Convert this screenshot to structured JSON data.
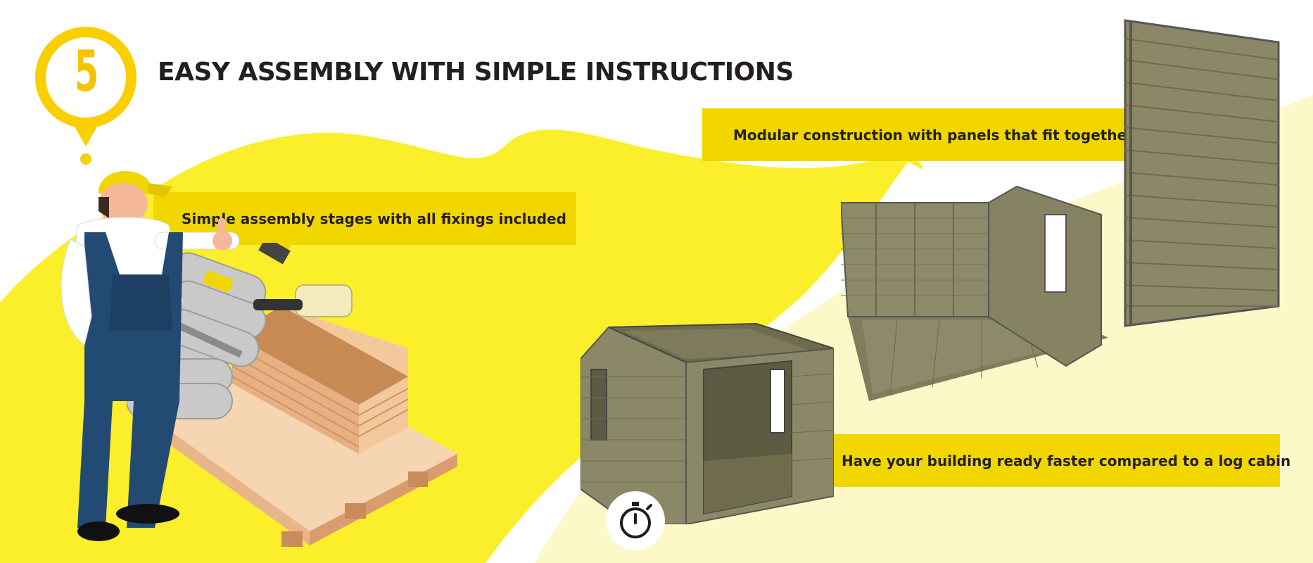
{
  "step": {
    "number": "5"
  },
  "title": "EASY ASSEMBLY WITH SIMPLE INSTRUCTIONS",
  "callouts": {
    "fixings": "Simple assembly stages with all fixings included",
    "modular": "Modular construction with panels that fit together",
    "faster": "Have your building ready faster compared to a log cabin"
  },
  "icons": {
    "badge": "location-pin-icon",
    "timer": "stopwatch-icon",
    "thumb": "thumbs-up-icon"
  },
  "colors": {
    "accent_yellow": "#fbee2a",
    "badge_yellow": "#f5c400",
    "callout_yellow": "#f1d600",
    "pale_yellow": "#fdf8c8",
    "wood": "#8a8866",
    "text_dark": "#231f20"
  }
}
